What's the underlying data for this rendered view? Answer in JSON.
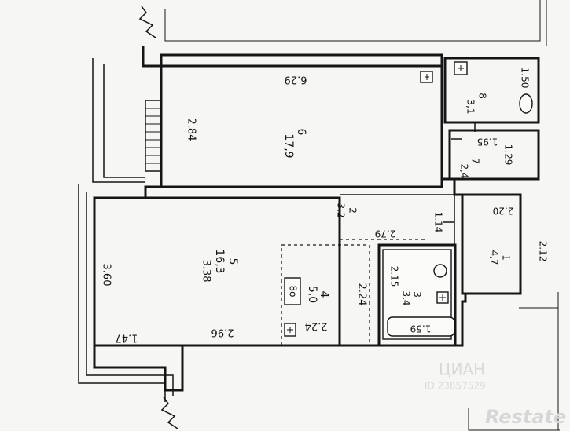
{
  "rooms": [
    {
      "number": "1",
      "area": "4,7"
    },
    {
      "number": "2",
      "area": "3,2"
    },
    {
      "number": "3",
      "area": "3,4"
    },
    {
      "number": "4",
      "area": "5,0"
    },
    {
      "number": "5",
      "area": "16,3"
    },
    {
      "number": "6",
      "area": "17,9"
    },
    {
      "number": "7",
      "area": "2,4"
    },
    {
      "number": "8",
      "area": "3,1"
    }
  ],
  "dimensions": {
    "room6_top": "6.29",
    "room6_left": "2.84",
    "room5_left": "3.38",
    "room5_bottom": "2.96",
    "balcony_left": "3.60",
    "balcony_bottom": "1.47",
    "room4_right": "2.24",
    "room4_bottom": "2.24",
    "room2_top": "2.79",
    "room2_right": "1.14",
    "room3_left": "2.15",
    "room3_bottom": "1.59",
    "room1_top": "2.20",
    "room1_right": "2.12",
    "room7_top": "1.95",
    "room7_right": "1.29",
    "room8_right": "1.50"
  },
  "stove_label": "8о",
  "watermarks": {
    "cian": "ЦИАН",
    "listing_id": "ID 23857529",
    "restate": "Restate"
  },
  "colors": {
    "line": "#151515",
    "paper": "#f6f6f4",
    "watermark": "#d8d8d8"
  }
}
